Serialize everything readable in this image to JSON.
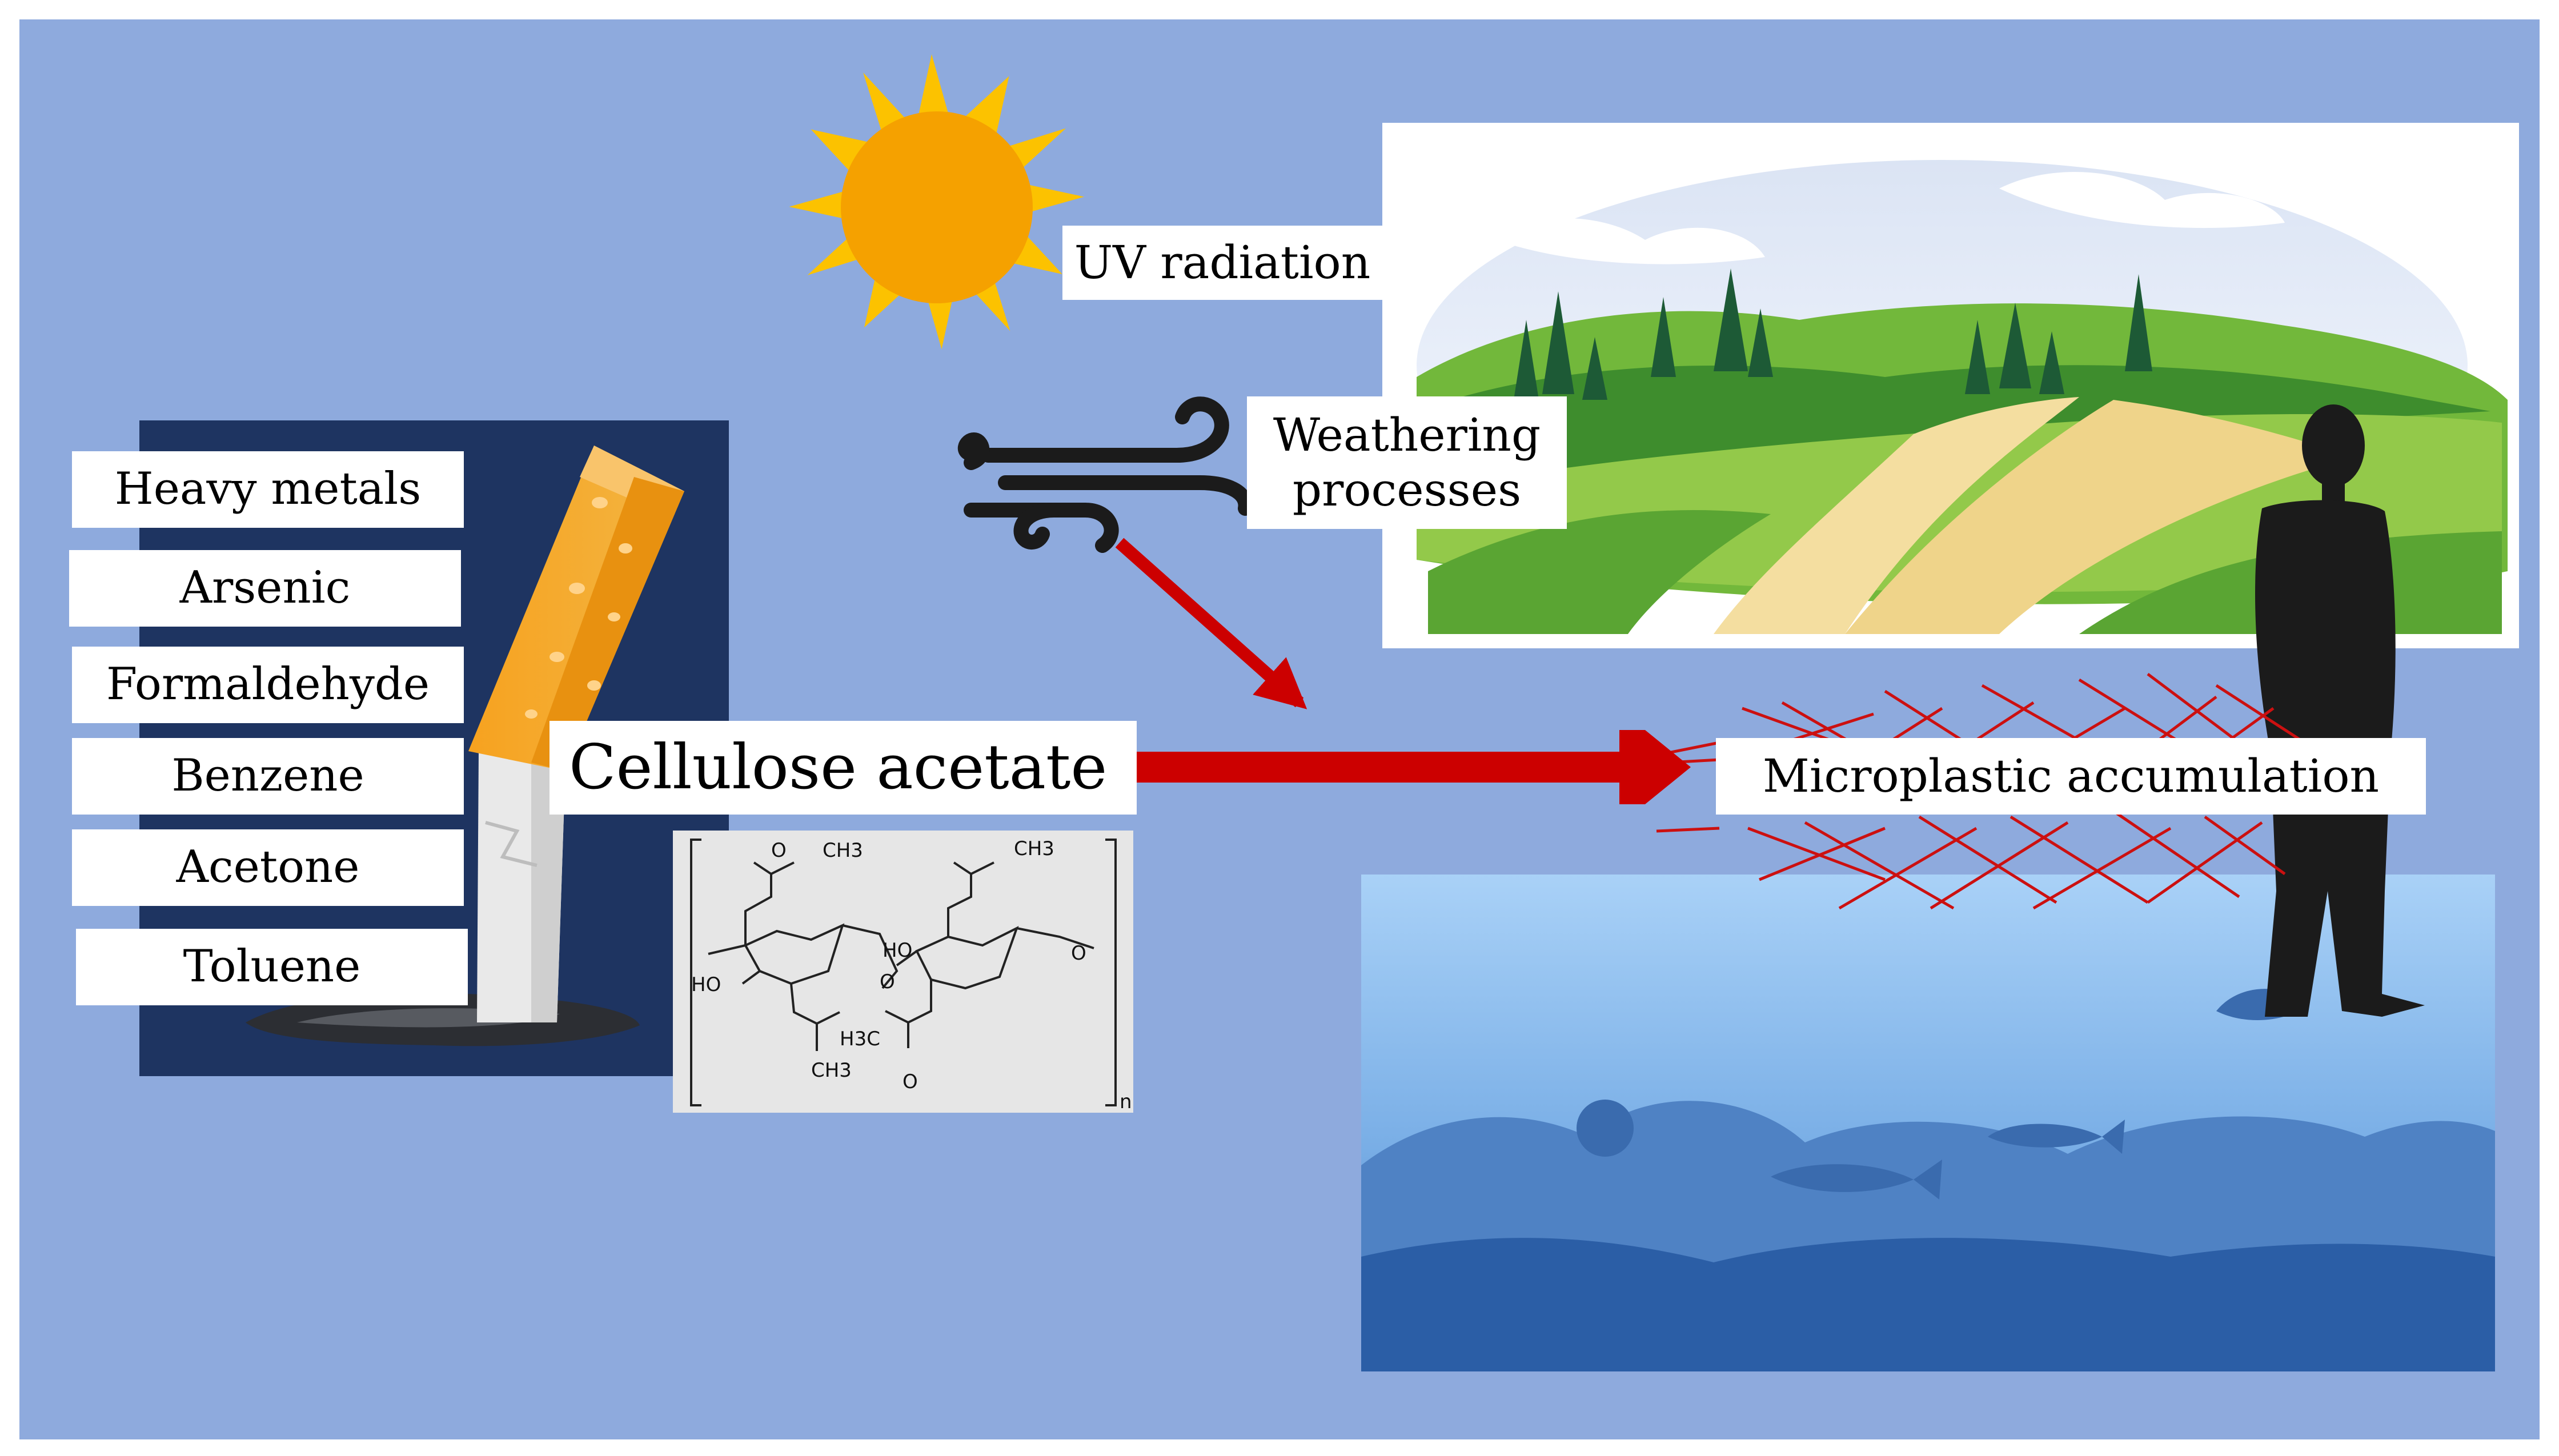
{
  "chemicals": [
    "Heavy metals",
    "Arsenic",
    "Formaldehyde",
    "Benzene",
    "Acetone",
    "Toluene"
  ],
  "uv_radiation": "UV radiation",
  "weathering": {
    "line1": "Weathering",
    "line2": "processes"
  },
  "cellulose_acetate": "Cellulose acetate",
  "microplastic": "Microplastic accumulation",
  "structure": {
    "ch3_a": "CH3",
    "ch3_b": "CH3",
    "ch3_c": "CH3",
    "h3c": "H3C",
    "ho_a": "HO",
    "ho_b": "HO",
    "o_a": "O",
    "o_b": "O",
    "o_c": "O",
    "o_d": "O",
    "n": "n"
  },
  "colors": {
    "background": "#8eaadd",
    "arrow": "#cc0000",
    "sun_core": "#f5a100",
    "sun_rays": "#fcc200",
    "navy_panel": "#1e3461",
    "sea": "#7fb0e6"
  }
}
